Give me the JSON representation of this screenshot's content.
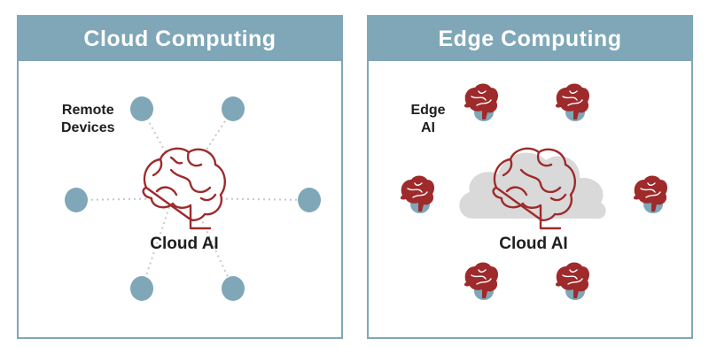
{
  "colors": {
    "accent": "#7fa7b7",
    "brain": "#9e2a2b",
    "cloud": "#d9d9d9",
    "device": "#7fa7b7",
    "line": "#c8c8c8"
  },
  "cloud_panel": {
    "title": "Cloud Computing",
    "center_label": "Cloud AI",
    "devices_label_line1": "Remote",
    "devices_label_line2": "Devices",
    "center_icon": "brain-icon",
    "device_icon": "circle-node-icon"
  },
  "edge_panel": {
    "title": "Edge Computing",
    "center_label": "Cloud AI",
    "edge_label_line1": "Edge",
    "edge_label_line2": "AI",
    "center_icon": "brain-cloud-icon",
    "node_icon": "brain-node-icon"
  }
}
